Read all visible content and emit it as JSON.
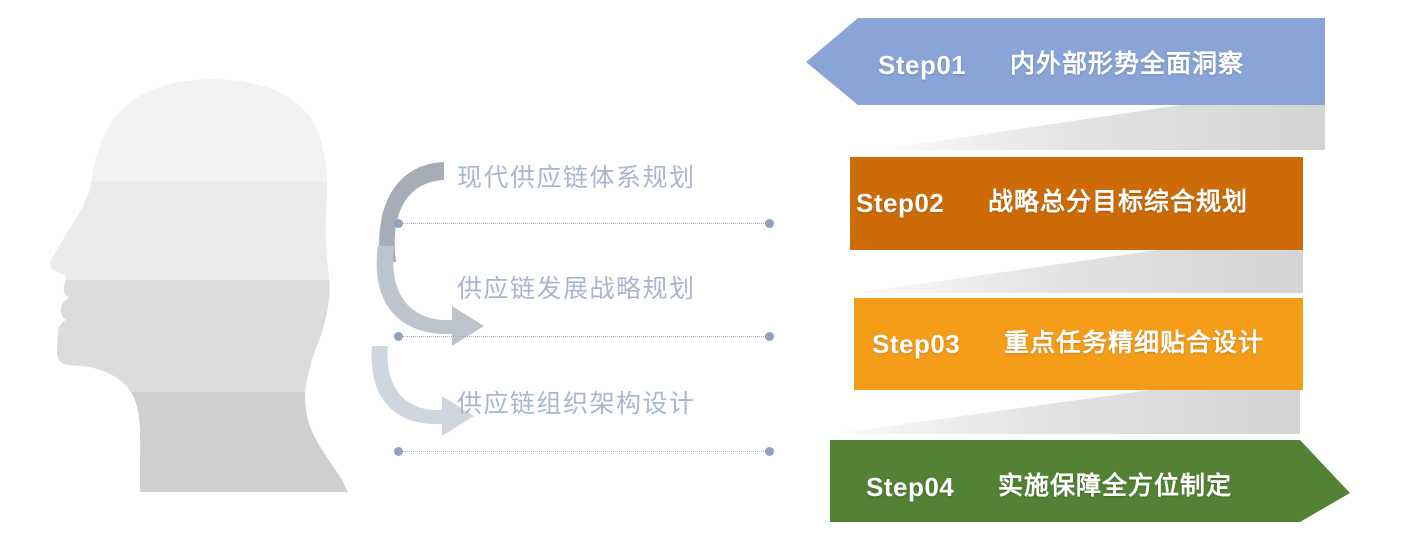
{
  "illustration": {
    "head_icon": "human-head-profile-silhouette",
    "head_band_colors": [
      "#f2f2f2",
      "#ebebeb",
      "#dcdcdc",
      "#cfcfcf"
    ],
    "arrow_colors": [
      "#a7adb6",
      "#bcc4ce",
      "#cfd6de"
    ],
    "topics": [
      {
        "label": "现代供应链体系规划"
      },
      {
        "label": "供应链发展战略规划"
      },
      {
        "label": "供应链组织架构设计"
      }
    ],
    "topic_color": "#a8b6cf",
    "connector_color": "#8fa2c0"
  },
  "steps": [
    {
      "number": "Step01",
      "description": "内外部形势全面洞察",
      "color": "#89a5d8",
      "shape": "left-chevron"
    },
    {
      "number": "Step02",
      "description": "战略总分目标综合规划",
      "color": "#cd6b09",
      "shape": "rectangle"
    },
    {
      "number": "Step03",
      "description": "重点任务精细贴合设计",
      "color": "#f59d18",
      "shape": "rectangle"
    },
    {
      "number": "Step04",
      "description": "实施保障全方位制定",
      "color": "#548235",
      "shape": "right-arrow"
    }
  ],
  "shadow": {
    "color_start": "#d4d4d4",
    "color_end": "#fafafa"
  }
}
